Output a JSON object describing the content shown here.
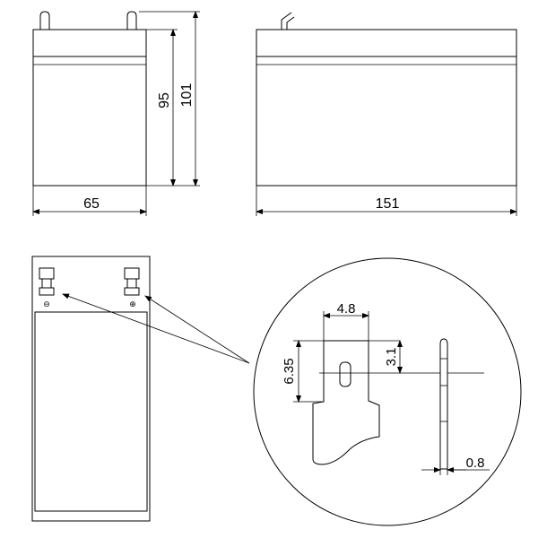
{
  "front_view": {
    "width_label": "65",
    "case_height_label": "95",
    "total_height_label": "101"
  },
  "side_view": {
    "length_label": "151"
  },
  "terminal_detail": {
    "tab_width_label": "4.8",
    "tab_height_label": "6.35",
    "hole_offset_label": "3.1",
    "thickness_label": "0.8"
  },
  "top_view": {
    "negative_symbol": "⊖",
    "positive_symbol": "⊕"
  }
}
